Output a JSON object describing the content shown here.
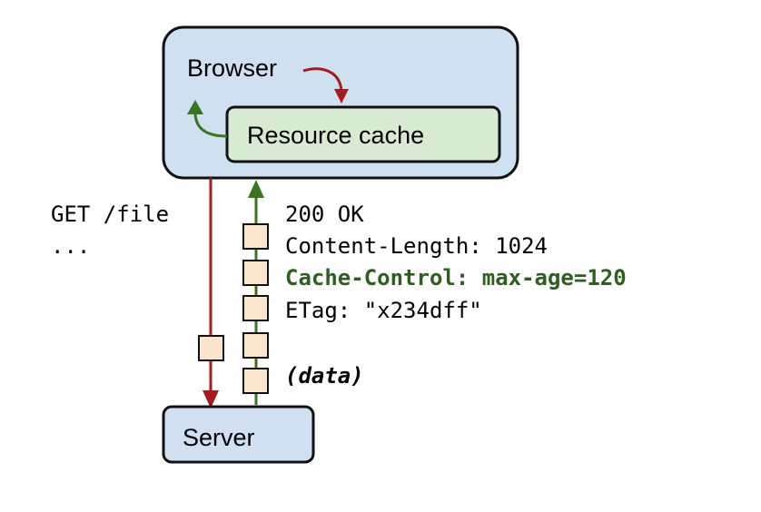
{
  "browser": {
    "label": "Browser"
  },
  "cache": {
    "label": "Resource cache"
  },
  "server": {
    "label": "Server"
  },
  "request": {
    "lines": [
      "GET /file",
      "..."
    ]
  },
  "response": {
    "status": "200 OK",
    "content_length": "Content-Length: 1024",
    "cache_control": "Cache-Control: max-age=120",
    "etag": "ETag: \"x234dff\"",
    "data": "(data)"
  },
  "colors": {
    "box_fill": "#cfe0f1",
    "cache_fill": "#d9ead3",
    "packet_fill": "#fce5cd",
    "request_arrow": "#a61c1c",
    "response_arrow": "#38761d",
    "cache_control_text": "#2f5f1f"
  }
}
